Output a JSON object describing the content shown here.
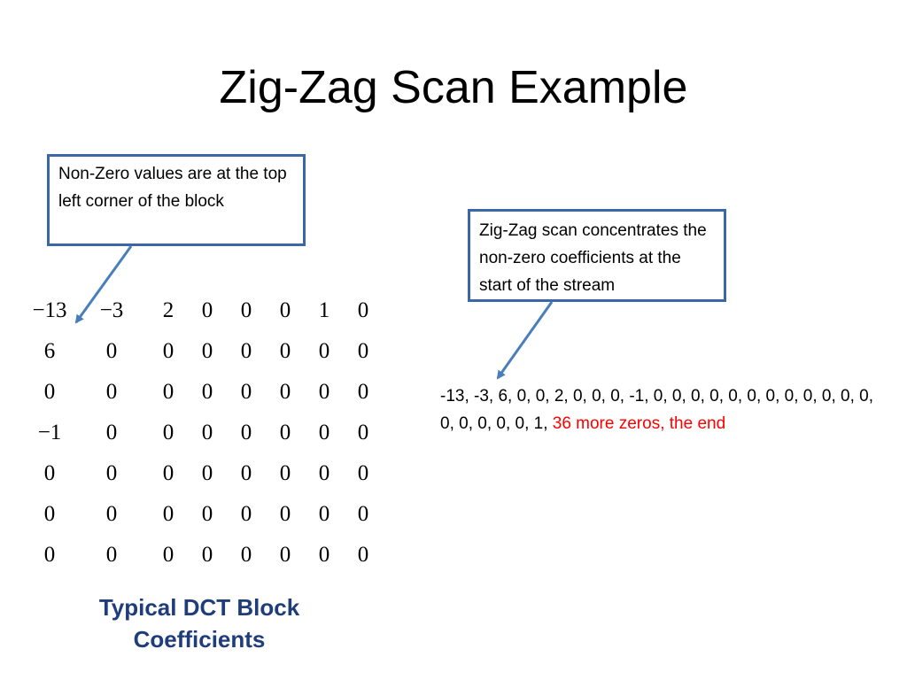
{
  "slide": {
    "title": "Zig-Zag Scan Example"
  },
  "callouts": {
    "left": "Non-Zero values are at the top left corner of the block",
    "right": "Zig-Zag scan concentrates the non-zero coefficients at the start of the stream"
  },
  "matrix": {
    "rows": [
      [
        "−13",
        "−3",
        "2",
        "0",
        "0",
        "0",
        "1",
        "0"
      ],
      [
        "6",
        "0",
        "0",
        "0",
        "0",
        "0",
        "0",
        "0"
      ],
      [
        "0",
        "0",
        "0",
        "0",
        "0",
        "0",
        "0",
        "0"
      ],
      [
        "−1",
        "0",
        "0",
        "0",
        "0",
        "0",
        "0",
        "0"
      ],
      [
        "0",
        "0",
        "0",
        "0",
        "0",
        "0",
        "0",
        "0"
      ],
      [
        "0",
        "0",
        "0",
        "0",
        "0",
        "0",
        "0",
        "0"
      ],
      [
        "0",
        "0",
        "0",
        "0",
        "0",
        "0",
        "0",
        "0"
      ]
    ]
  },
  "stream": {
    "values": "-13, -3, 6, 0, 0, 2, 0, 0, 0, -1, 0, 0, 0, 0, 0, 0, 0, 0, 0, 0, 0, 0, 0, 0, 0, 0, 0, 1,",
    "tail": "36 more zeros, the end",
    "tail_color": "#ff0000"
  },
  "caption": {
    "line1": "Typical DCT Block",
    "line2": "Coefficients"
  },
  "colors": {
    "callout_border": "#3a67a6",
    "arrow": "#4a7ebb",
    "caption": "#1f3d7a"
  }
}
